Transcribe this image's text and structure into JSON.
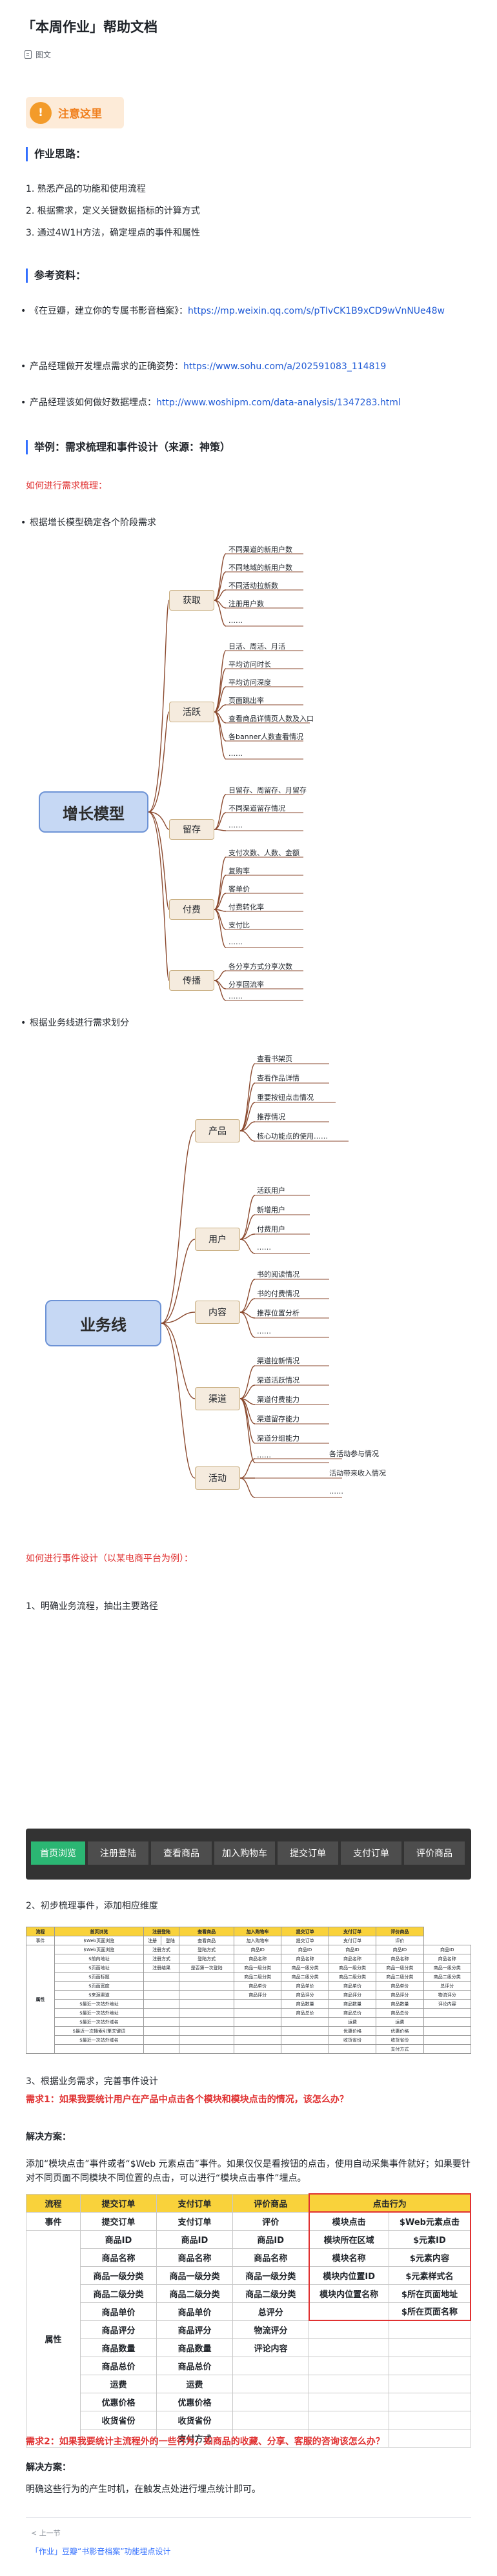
{
  "doc": {
    "title": "「本周作业」帮助文档",
    "meta_label": "图文",
    "callout_icon": "!",
    "callout_text": "注意这里"
  },
  "sections": {
    "thinking_title": "作业思路：",
    "thinking_items": [
      "1.  熟悉产品的功能和使用流程",
      "2.  根据需求，定义关键数据指标的计算方式",
      "3.  通过4W1H方法，确定埋点的事件和属性"
    ],
    "refs_title": "参考资料：",
    "refs": [
      {
        "prefix": "《在豆瓣，建立你的专属书影音档案》：",
        "link": "https://mp.weixin.qq.com/s/pTIvCK1B9xCD9wVnNUe48w"
      },
      {
        "prefix": "产品经理做开发埋点需求的正确姿势：",
        "link": "https://www.sohu.com/a/202591083_114819"
      },
      {
        "prefix": "产品经理该如何做好数据埋点：",
        "link": "http://www.woshipm.com/data-analysis/1347283.html"
      }
    ],
    "example_title": "举例：需求梳理和事件设计（来源：神策）",
    "how_sort": "如何进行需求梳理：",
    "bullet_growth": "根据增长模型确定各个阶段需求",
    "bullet_business": "根据业务线进行需求划分",
    "how_design": "如何进行事件设计（以某电商平台为例）：",
    "step1": "1、明确业务流程，抽出主要路径",
    "step2": "2、初步梳理事件，添加相应维度",
    "step3": "3、根据业务需求，完善事件设计",
    "req1": "需求1：如果我要统计用户在产品中点击各个模块和模块点击的情况，该怎么办？",
    "solution1_label": "解决方案：",
    "solution1_text": "添加“模块点击”事件或者“$Web 元素点击”事件。如果仅仅是看按钮的点击，使用自动采集事件就好；如果要针对不同页面不同模块不同位置的点击，可以进行“模块点击事件”埋点。",
    "req2": "需求2：如果我要统计主流程外的一些行为，如商品的收藏、分享、客服的咨询该怎么办？",
    "solution2_label": "解决方案：",
    "solution2_text": "明确这些行为的产生时机，在触发点处进行埋点统计即可。"
  },
  "growth_model": {
    "root": "增长模型",
    "branches": [
      {
        "name": "获取",
        "leaves": [
          "不同渠道的新用户数",
          "不同地域的新用户数",
          "不同活动拉新数",
          "注册用户数",
          "……"
        ]
      },
      {
        "name": "活跃",
        "leaves": [
          "日活、周活、月活",
          "平均访问时长",
          "平均访问深度",
          "页面跳出率",
          "查看商品详情页人数及入口",
          "各banner人数查看情况",
          "……"
        ]
      },
      {
        "name": "留存",
        "leaves": [
          "日留存、周留存、月留存",
          "不同渠道留存情况",
          "……"
        ]
      },
      {
        "name": "付费",
        "leaves": [
          "支付次数、人数、金额",
          "复购率",
          "客单价",
          "付费转化率",
          "支付比",
          "……"
        ]
      },
      {
        "name": "传播",
        "leaves": [
          "各分享方式分享次数",
          "分享回流率",
          "……"
        ]
      }
    ]
  },
  "business_line": {
    "root": "业务线",
    "branches": [
      {
        "name": "产品",
        "leaves": [
          "查看书架页",
          "查看作品详情",
          "重要按钮点击情况",
          "推荐情况",
          "核心功能点的使用……"
        ]
      },
      {
        "name": "用户",
        "leaves": [
          "活跃用户",
          "新增用户",
          "付费用户",
          "……"
        ]
      },
      {
        "name": "内容",
        "leaves": [
          "书的阅读情况",
          "书的付费情况",
          "推荐位置分析",
          "……"
        ]
      },
      {
        "name": "渠道",
        "leaves": [
          "渠道拉新情况",
          "渠道活跃情况",
          "渠道付费能力",
          "渠道留存能力",
          "渠道分组能力",
          "……"
        ]
      },
      {
        "name": "活动",
        "leaves": [
          "各活动参与情况",
          "活动带来收入情况",
          "……"
        ]
      }
    ]
  },
  "flow_steps": [
    "首页浏览",
    "注册登陆",
    "查看商品",
    "加入购物车",
    "提交订单",
    "支付订单",
    "评价商品"
  ],
  "small_table": {
    "header": [
      "流程",
      "首页浏览",
      "注册登陆",
      "查看商品",
      "加入购物车",
      "提交订单",
      "支付订单",
      "评价商品"
    ],
    "event_row": [
      "事件",
      "$Web页面浏览",
      "注册",
      "登陆",
      "查看商品",
      "加入购物车",
      "提交订单",
      "支付订单",
      "评价"
    ],
    "attr_label": "属性",
    "rows": [
      [
        "$Web页面浏览",
        "注册方式",
        "登陆方式",
        "商品ID",
        "商品ID",
        "商品ID",
        "商品ID",
        "商品ID"
      ],
      [
        "$前向地址",
        "注册方式",
        "登陆方式",
        "商品名称",
        "商品名称",
        "商品名称",
        "商品名称",
        "商品名称"
      ],
      [
        "$页面地址",
        "注册结果",
        "是否第一次登陆",
        "商品一级分类",
        "商品一级分类",
        "商品一级分类",
        "商品一级分类",
        "商品一级分类"
      ],
      [
        "$页面标题",
        "",
        "",
        "商品二级分类",
        "商品二级分类",
        "商品二级分类",
        "商品二级分类",
        "商品二级分类"
      ],
      [
        "$页面宽度",
        "",
        "",
        "商品单价",
        "商品单价",
        "商品单价",
        "商品单价",
        "总评分"
      ],
      [
        "$来源渠道",
        "",
        "",
        "商品评分",
        "商品评分",
        "商品评分",
        "商品评分",
        "物流评分"
      ],
      [
        "$最近一次站外地址",
        "",
        "",
        "",
        "商品数量",
        "商品数量",
        "商品数量",
        "评论内容"
      ],
      [
        "$最近一次站外地址",
        "",
        "",
        "",
        "商品总价",
        "商品总价",
        "商品总价",
        ""
      ],
      [
        "$最近一次站外域名",
        "",
        "",
        "",
        "",
        "运费",
        "运费",
        ""
      ],
      [
        "$最近一次搜索引擎关键词",
        "",
        "",
        "",
        "",
        "优惠价格",
        "优惠价格",
        ""
      ],
      [
        "$最近一次站外域名",
        "",
        "",
        "",
        "",
        "收货省份",
        "收货省份",
        ""
      ],
      [
        "",
        "",
        "",
        "",
        "",
        "",
        "支付方式",
        ""
      ]
    ]
  },
  "big_table": {
    "header": [
      "流程",
      "提交订单",
      "支付订单",
      "评价商品",
      "点击行为"
    ],
    "event_row": [
      "事件",
      "提交订单",
      "支付订单",
      "评价",
      "模块点击",
      "$Web元素点击"
    ],
    "attr_label": "属性",
    "rows": [
      [
        "商品ID",
        "商品ID",
        "商品ID",
        "模块所在区域",
        "$元素ID"
      ],
      [
        "商品名称",
        "商品名称",
        "商品名称",
        "模块名称",
        "$元素内容"
      ],
      [
        "商品一级分类",
        "商品一级分类",
        "商品一级分类",
        "模块内位置ID",
        "$元素样式名"
      ],
      [
        "商品二级分类",
        "商品二级分类",
        "商品二级分类",
        "模块内位置名称",
        "$所在页面地址"
      ],
      [
        "商品单价",
        "商品单价",
        "总评分",
        "",
        "$所在页面名称"
      ],
      [
        "商品评分",
        "商品评分",
        "物流评分",
        "",
        ""
      ],
      [
        "商品数量",
        "商品数量",
        "评论内容",
        "",
        ""
      ],
      [
        "商品总价",
        "商品总价",
        "",
        "",
        ""
      ],
      [
        "运费",
        "运费",
        "",
        "",
        ""
      ],
      [
        "优惠价格",
        "优惠价格",
        "",
        "",
        ""
      ],
      [
        "收货省份",
        "收货省份",
        "",
        "",
        ""
      ],
      [
        "",
        "支付方式",
        "",
        "",
        ""
      ]
    ]
  },
  "footer": {
    "prev_label": "< 上一节",
    "prev_title": "「作业」豆瓣“书影音档案”功能埋点设计"
  },
  "colors": {
    "accent_blue": "#3370ff",
    "link": "#1f5ad6",
    "red": "#e03131",
    "callout_bg": "#fdebd8",
    "callout_text": "#f07f1d",
    "table_header": "#f9d23b",
    "flow_bg": "#333333",
    "flow_active": "#2bb673",
    "mm_branch": "#f5ebde",
    "mm_root": "#c6d8f4"
  }
}
